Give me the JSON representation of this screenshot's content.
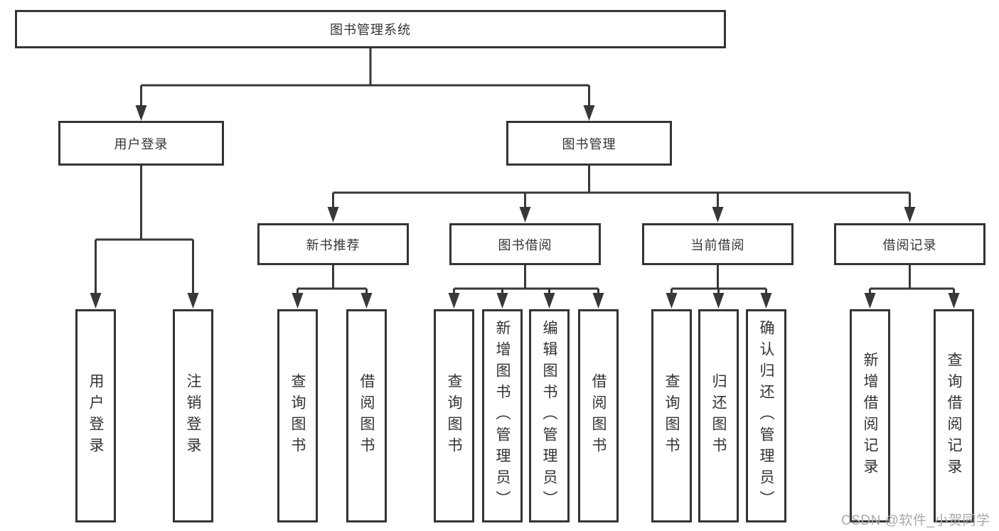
{
  "diagram": {
    "type": "hierarchy-tree",
    "root": {
      "label": "图书管理系统"
    },
    "branches": [
      {
        "label": "用户登录",
        "children": [
          {
            "label": "用户登录"
          },
          {
            "label": "注销登录"
          }
        ]
      },
      {
        "label": "图书管理",
        "children": [
          {
            "label": "新书推荐",
            "children": [
              {
                "label": "查询图书"
              },
              {
                "label": "借阅图书"
              }
            ]
          },
          {
            "label": "图书借阅",
            "children": [
              {
                "label": "查询图书"
              },
              {
                "label": "新增图书（管理员）"
              },
              {
                "label": "编辑图书（管理员）"
              },
              {
                "label": "借阅图书"
              }
            ]
          },
          {
            "label": "当前借阅",
            "children": [
              {
                "label": "查询图书"
              },
              {
                "label": "归还图书"
              },
              {
                "label": "确认归还（管理员）"
              }
            ]
          },
          {
            "label": "借阅记录",
            "children": [
              {
                "label": "新增借阅记录"
              },
              {
                "label": "查询借阅记录"
              }
            ]
          }
        ]
      }
    ],
    "watermark": "CSDN @软件_小贺同学",
    "colors": {
      "line": "#383838",
      "box_border": "#343434",
      "text": "#333333",
      "background": "#ffffff",
      "watermark": "#a9a9a9"
    }
  }
}
